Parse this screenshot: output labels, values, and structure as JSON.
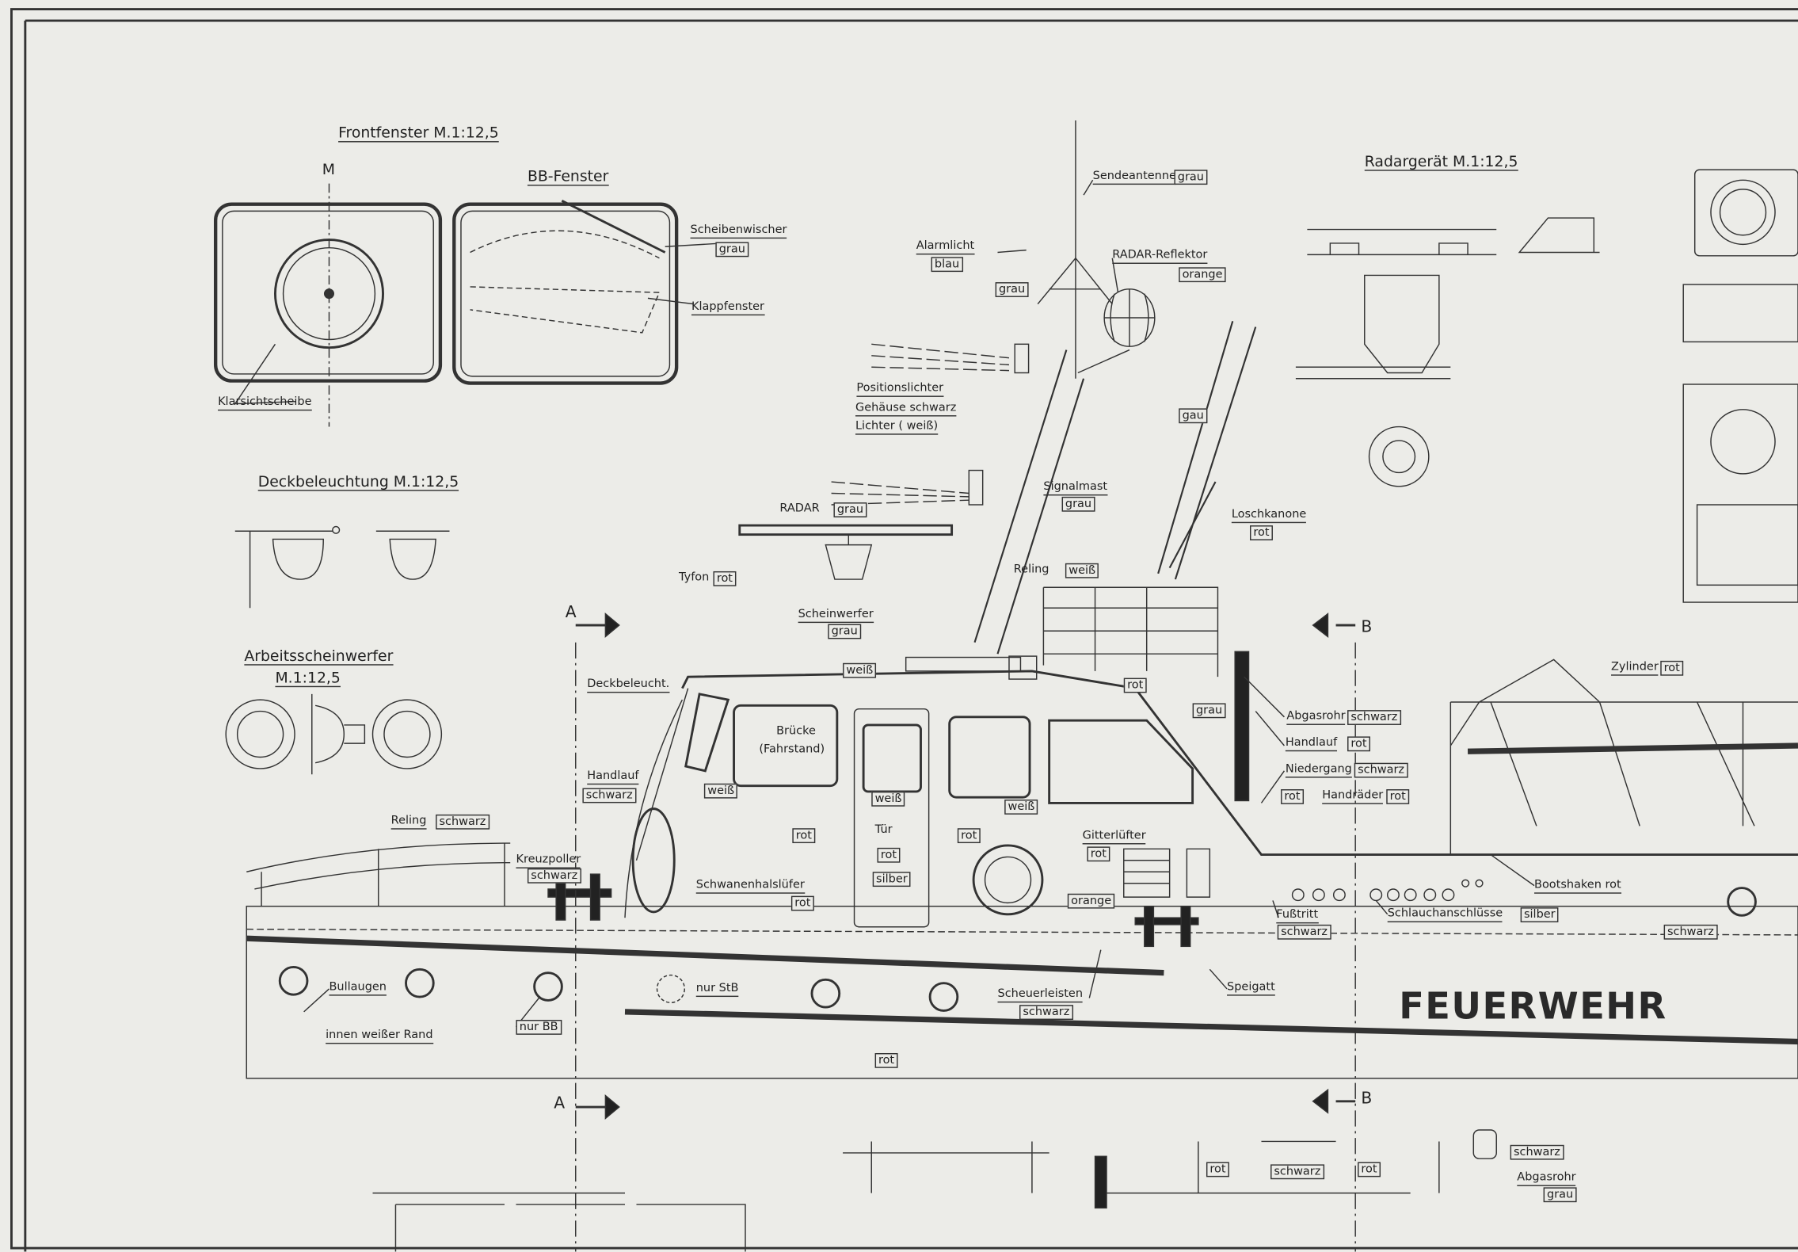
{
  "titles": {
    "frontfenster": "Frontfenster  M.1:12,5",
    "bbfenster": "BB-Fenster",
    "m": "M",
    "deckbel": "Deckbeleuchtung  M.1:12,5",
    "arbeits": "Arbeitsscheinwerfer",
    "arbeits_scale": "M.1:12,5",
    "radargeraet": "Radargerät   M.1:12,5"
  },
  "labels": {
    "scheibenwischer": "Scheibenwischer",
    "scheibenwischer_c": "grau",
    "klappfenster": "Klappfenster",
    "klarsicht": "Klarsichtscheibe",
    "sendeantenne": "Sendeantenne",
    "sendeantenne_c": "grau",
    "alarmlicht": "Alarmlicht",
    "alarmlicht_c": "blau",
    "grau1": "grau",
    "radarrefl": "RADAR-Reflektor",
    "radarrefl_c": "orange",
    "pos1": "Positionslichter",
    "pos2": "Gehäuse schwarz",
    "pos3": "Lichter ( weiß)",
    "gau": "gau",
    "radar": "RADAR",
    "radar_c": "grau",
    "signalmast": "Signalmast",
    "signalmast_c": "grau",
    "loschkanone": "Loschkanone",
    "loschkanone_c": "rot",
    "tyfon": "Tyfon",
    "tyfon_c": "rot",
    "reling_top": "Reling",
    "reling_top_c": "weiß",
    "scheinwerfer": "Scheinwerfer",
    "scheinwerfer_c": "grau",
    "weiss1": "weiß",
    "deckbeleucht": "Deckbeleucht.",
    "rot1": "rot",
    "grau2": "grau",
    "zylinder": "Zylinder",
    "zylinder_c": "rot",
    "abgasrohr": "Abgasrohr",
    "abgasrohr_c": "schwarz",
    "handlauf_r": "Handlauf",
    "handlauf_r_c": "rot",
    "niedergang": "Niedergang",
    "niedergang_c": "schwarz",
    "rot2": "rot",
    "handraeder": "Handräder",
    "handraeder_c": "rot",
    "bruecke": "Brücke",
    "fahrstand": "(Fahrstand)",
    "handlauf_l": "Handlauf",
    "handlauf_l_c": "schwarz",
    "weiss2": "weiß",
    "weiss3": "weiß",
    "weiss4": "weiß",
    "reling": "Reling",
    "reling_c": "schwarz",
    "rot3": "rot",
    "tuer": "Tür",
    "tuer_c1": "rot",
    "tuer_c2": "silber",
    "rot4": "rot",
    "gitter": "Gitterlüfter",
    "gitter_c": "rot",
    "kreuzpoller": "Kreuzpoller",
    "kreuzpoller_c": "schwarz",
    "schwanen": "Schwanenhalslüfer",
    "schwanen_c": "rot",
    "orange": "orange",
    "bootshaken": "Bootshaken  rot",
    "fusstritt": "Fußtritt",
    "fusstritt_c": "schwarz",
    "schlauch": "Schlauchanschlüsse",
    "schlauch_c": "silber",
    "schwarz1": "schwarz",
    "nurstb": "nur StB",
    "bullaugen": "Bullaugen",
    "bullaugen2": "innen weißer Rand",
    "nurbb": "nur BB",
    "speigatt": "Speigatt",
    "scheuer": "Scheuerleisten",
    "scheuer_c": "schwarz",
    "feuerwehr": "FEUERWEHR",
    "rot5": "rot",
    "schwarz2": "schwarz",
    "abgasrohr2": "Abgasrohr",
    "abgasrohr2_c": "grau",
    "rot6": "rot",
    "schwarz3": "schwarz",
    "rot7": "rot"
  },
  "sections": {
    "a1": "A",
    "a2": "A",
    "b1": "B",
    "b2": "B"
  }
}
